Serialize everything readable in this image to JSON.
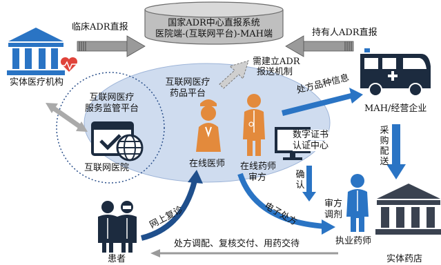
{
  "colors": {
    "blue": "#2a74c4",
    "dark_blue": "#1f4f8c",
    "orange": "#e38a3c",
    "gray": "#8c8c8c",
    "light_blue_fill": "#cfdcef",
    "heart_red": "#e0433a"
  },
  "cylinder": {
    "line1": "国家ADR中心直报系统",
    "line2": "医院端-(互联网平台)-MAH端"
  },
  "labels": {
    "clinical_report": "临床ADR直报",
    "holder_report": "持有人ADR直报",
    "need_mechanism_l1": "需建立ADR",
    "need_mechanism_l2": "报送机制",
    "physical_institution": "实体医疗机构",
    "supervision_l1": "互联网医疗",
    "supervision_l2": "服务监管平台",
    "pharma_platform_l1": "互联网医疗",
    "pharma_platform_l2": "药品平台",
    "internet_hospital": "互联网医院",
    "online_doctor": "在线医师",
    "online_pharmacist_l1": "在线药师",
    "online_pharmacist_l2": "审方",
    "digital_cert_l1": "数字证书",
    "digital_cert_l2": "认证中心",
    "prescription_info": "处方品种信息",
    "mah": "MAH/经营企业",
    "procure": "采购配送",
    "confirm": "确认",
    "e_prescription": "电子处方",
    "review_l1": "审方",
    "review_l2": "调剂",
    "licensed_pharmacist": "执业药师",
    "online_revisit": "网上复诊",
    "dispense": "处方调配、复核交付、用药交待",
    "patient": "患者",
    "pharmacy": "实体药店"
  },
  "icons": [
    "hospital-icon",
    "heart-pulse-icon",
    "ambulance-icon",
    "browser-check-icon",
    "globe-icon",
    "nurse-icon",
    "pharmacist-icon",
    "computer-monitor-icon",
    "patients-icon",
    "pharmacy-building-icon"
  ]
}
